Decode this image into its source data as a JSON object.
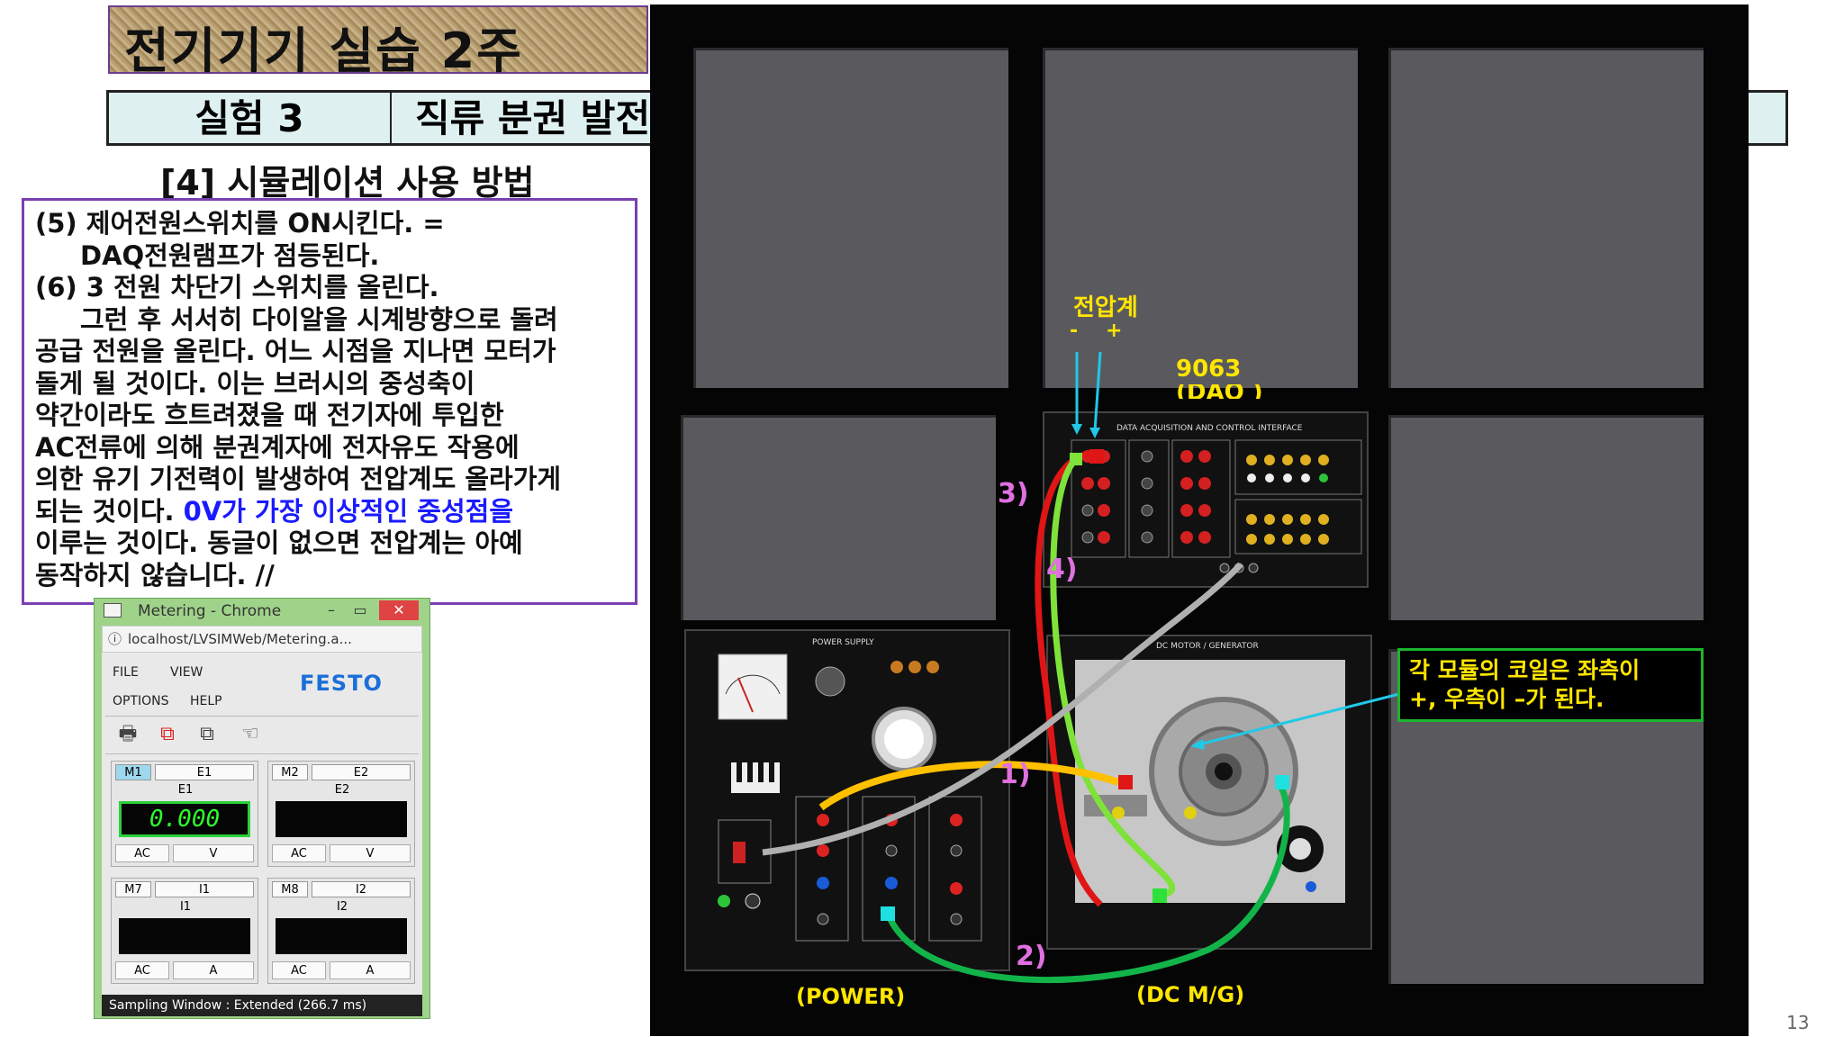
{
  "slide": {
    "title": "전기기기 실습 2주",
    "experiment_number": "실험 3",
    "experiment_title": "직류 분권 발전기",
    "section_title": "[4] 시뮬레이션 사용 방법",
    "page_number": "13"
  },
  "instructions": {
    "l1": "(5) 제어전원스위치를 ON시킨다. =",
    "l2": "DAQ전원램프가 점등된다.",
    "l3": "(6) 3 전원 차단기 스위치를 올린다.",
    "l4": "그런 후 서서히 다이알을 시계방향으로 돌려",
    "l5": "공급 전원을 올린다.  어느 시점을 지나면 모터가",
    "l6": "돌게 될 것이다.  이는 브러시의 중성축이",
    "l7": "약간이라도 흐트려졌을 때 전기자에 투입한",
    "l8": "AC전류에 의해 분권계자에 전자유도 작용에",
    "l9": "의한 유기 기전력이 발생하여 전압계도 올라가게",
    "l10a": "되는 것이다.  ",
    "l10b": "0V가 가장 이상적인 중성점을",
    "l11": "이루는 것이다.  동글이 없으면 전압계는 아예",
    "l12": "동작하지 않습니다.  //"
  },
  "metering": {
    "window_title": "Metering - Chrome",
    "url": "localhost/LVSIMWeb/Metering.a...",
    "menu": {
      "file": "FILE",
      "view": "VIEW",
      "options": "OPTIONS",
      "help": "HELP"
    },
    "brand": "FESTO",
    "panels": [
      {
        "tab": "M1",
        "ch": "E1",
        "name": "E1",
        "value": "0.000",
        "mode": "AC",
        "unit": "V"
      },
      {
        "tab": "M2",
        "ch": "E2",
        "name": "E2",
        "value": "",
        "mode": "AC",
        "unit": "V"
      },
      {
        "tab": "M7",
        "ch": "I1",
        "name": "I1",
        "value": "",
        "mode": "AC",
        "unit": "A"
      },
      {
        "tab": "M8",
        "ch": "I2",
        "name": "I2",
        "value": "",
        "mode": "AC",
        "unit": "A"
      }
    ],
    "status": "Sampling Window : Extended (266.7 ms)"
  },
  "simulation": {
    "voltmeter_label": "전압계",
    "minus": "-",
    "plus": "+",
    "daq_label_1": "9063",
    "daq_label_2": "(DAQ )",
    "daq_panel_title": "DATA ACQUISITION AND CONTROL INTERFACE",
    "power_panel_title": "POWER SUPPLY",
    "motor_panel_title": "DC MOTOR / GENERATOR",
    "power_label": "(POWER)",
    "dcmg_label": "(DC M/G)",
    "wire_labels": [
      "1)",
      "2)",
      "3)",
      "4)"
    ],
    "note_line1": "각 모듈의 코일은 좌측이",
    "note_line2": "+, 우측이 –가 된다.",
    "colors": {
      "red_wire": "#e01515",
      "green_wire": "#7fe23a",
      "green_dark": "#12b44a",
      "yellow_wire": "#ffc000",
      "gray_wire": "#b0b0b0",
      "cyan_arrow": "#21c8e8"
    }
  }
}
